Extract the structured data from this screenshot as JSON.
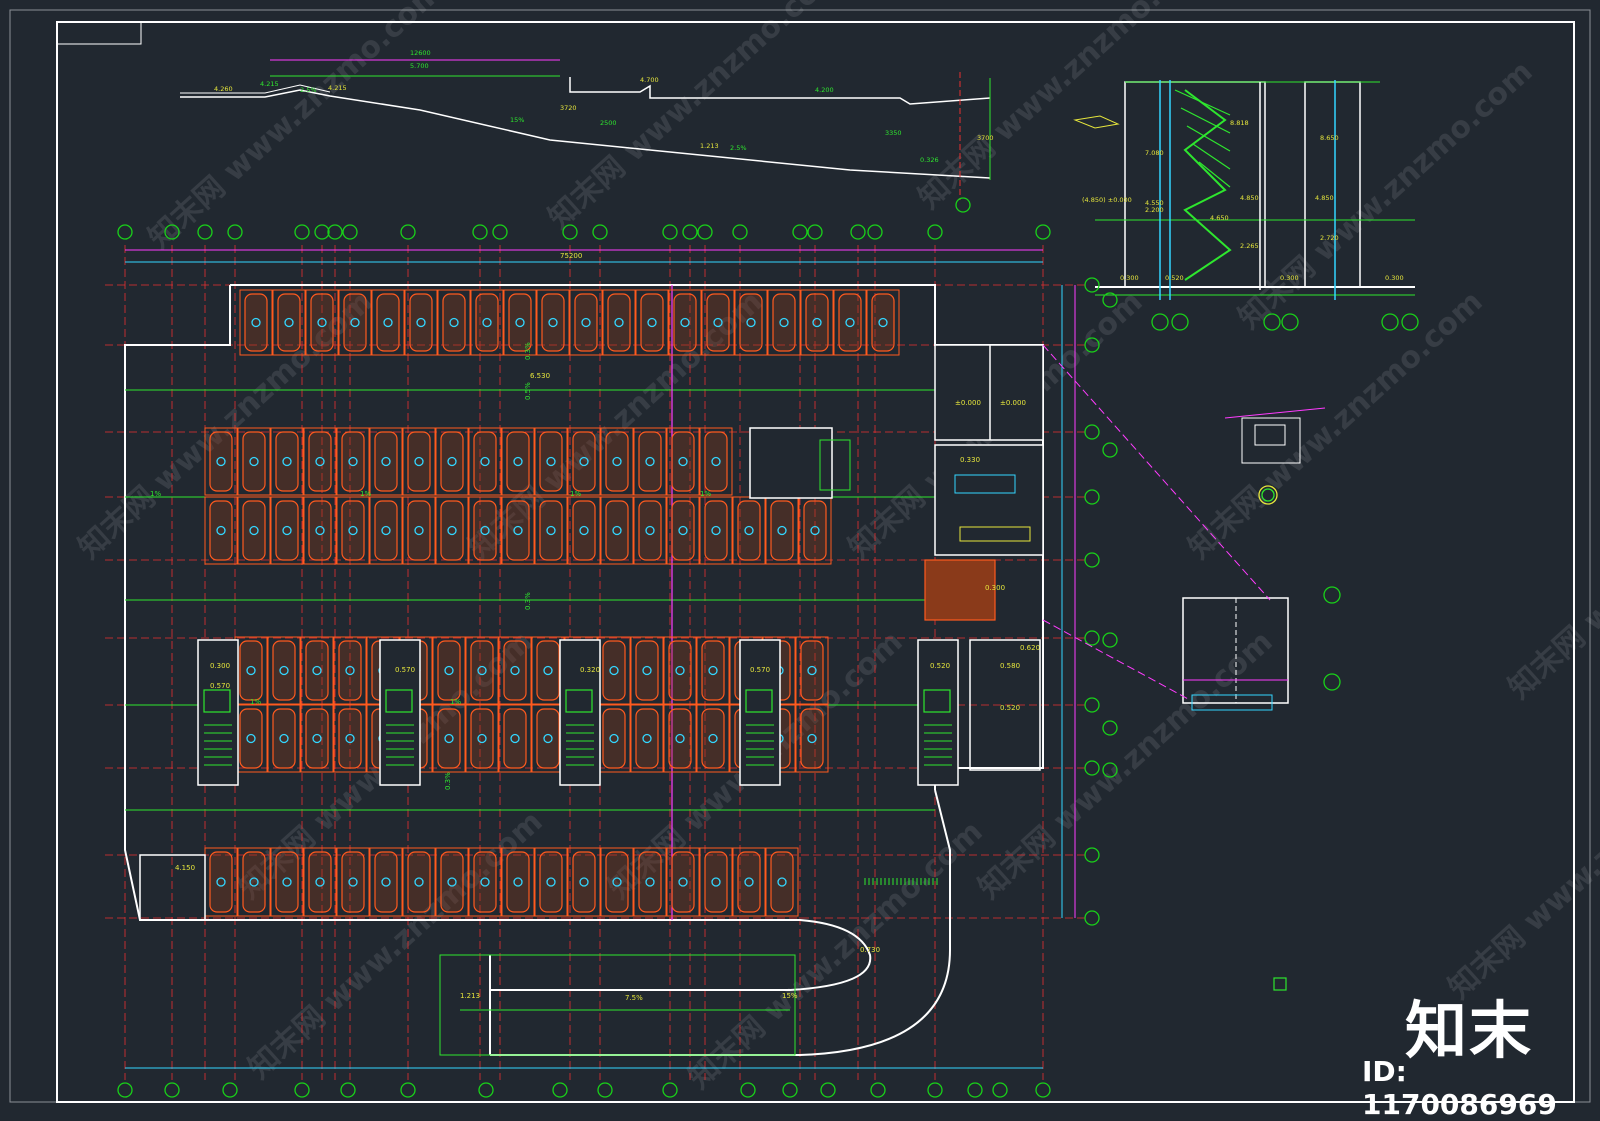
{
  "drawing": {
    "background": "#212830",
    "colors": {
      "frame": "#ffffff",
      "axis": "#e83030",
      "grid_bubble": "#19d219",
      "parking": "#ff5a1e",
      "car_fill": "#8a3a1a",
      "wall": "#ffffff",
      "dimension": "#ff3cff",
      "green_line": "#2ee62e",
      "cyan": "#33d6ff",
      "yellow": "#e6e63c"
    },
    "ramp_profile_labels": [
      "4.260",
      "4.215",
      "2.5%",
      "4.215",
      "15%",
      "5.700",
      "1.213",
      "2.5%",
      "0.326",
      "4.700",
      "4.200",
      "12600",
      "3720",
      "2500",
      "3350",
      "3700"
    ],
    "section_labels": [
      "8.818",
      "7.080",
      "4.850",
      "4.550",
      "4.650",
      "2.200",
      "0.300",
      "0.520",
      "0.300",
      "8.650",
      "4.850",
      "2.720",
      "(4.850) ±0.000",
      "2.265",
      "0.300"
    ],
    "plan_labels": [
      "75200",
      "6.530",
      "0.300",
      "0.300",
      "0.330",
      "±0.000",
      "±0.000",
      "0.320",
      "0.570",
      "0.570",
      "0.570",
      "0.520",
      "0.580",
      "0.520",
      "0.730",
      "7.5%",
      "15%",
      "1.213",
      "4.150",
      "0.620",
      "2.500"
    ],
    "slope_labels": [
      "1%",
      "1%",
      "1%",
      "1%",
      "1%",
      "1%",
      "0.3%",
      "0.3%",
      "0.3%",
      "0.5%"
    ],
    "watermark_lines": [
      "知末网 www.znzmo.com"
    ]
  },
  "watermark": {
    "logo": "知末",
    "id": "ID: 1170086969"
  }
}
